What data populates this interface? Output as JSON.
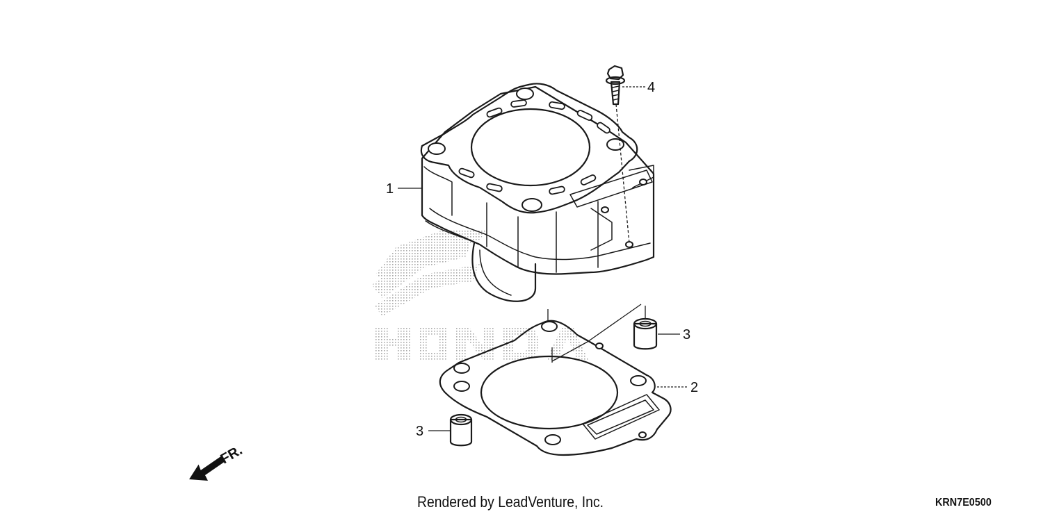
{
  "callouts": {
    "cylinder": "1",
    "gasket": "2",
    "dowel_right": "3",
    "dowel_left": "3",
    "bolt": "4"
  },
  "direction_indicator": {
    "label": "FR."
  },
  "watermark": {
    "icon": "honda-wing-logo-watermark"
  },
  "footer": {
    "credit": "Rendered by LeadVenture, Inc.",
    "diagram_code": "KRN7E0500"
  }
}
